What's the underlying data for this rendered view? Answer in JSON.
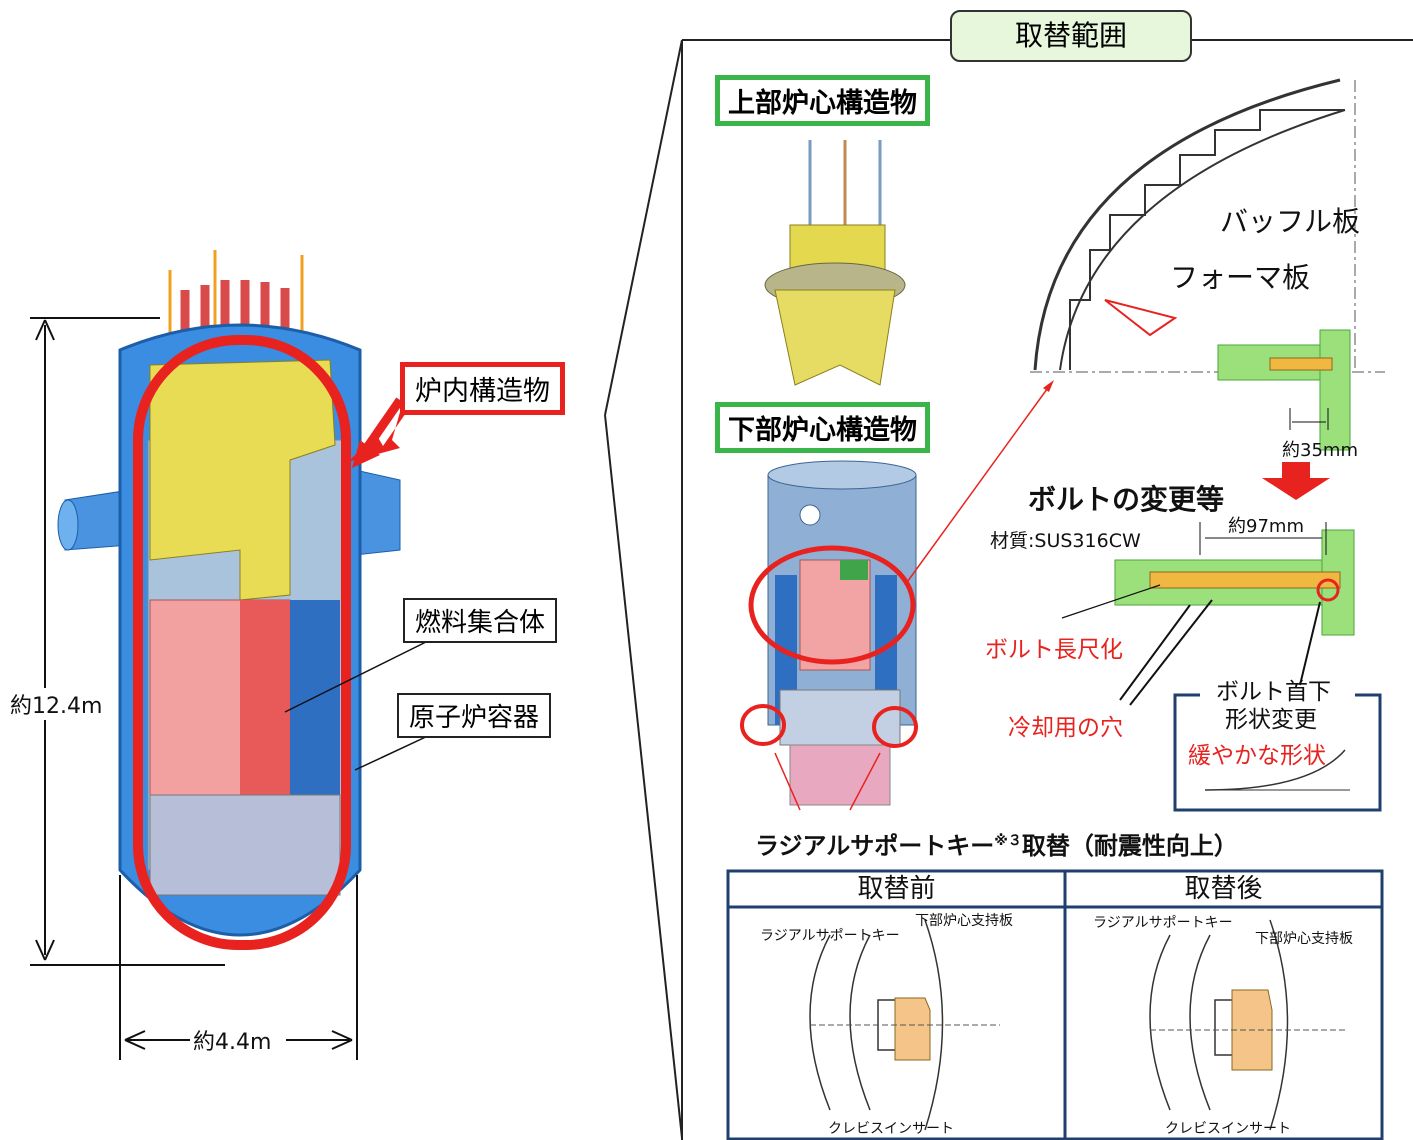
{
  "scope_title": "取替範囲",
  "left": {
    "height_label": "約12.4m",
    "width_label": "約4.4m",
    "internals_label": "炉内構造物",
    "fuel_label": "燃料集合体",
    "vessel_label": "原子炉容器"
  },
  "right": {
    "upper_label": "上部炉心構造物",
    "lower_label": "下部炉心構造物",
    "baffle_label": "バッフル板",
    "former_label": "フォーマ板",
    "dim35": "約35mm",
    "bolt_change": "ボルトの変更等",
    "material": "材質:SUS316CW",
    "dim97": "約97mm",
    "bolt_longer": "ボルト長尺化",
    "cooling_hole": "冷却用の穴",
    "bolt_neck_1": "ボルト首下",
    "bolt_neck_2": "形状変更",
    "gentle_shape": "緩やかな形状",
    "radial_title": "ラジアルサポートキー",
    "radial_sup": "※３",
    "radial_title_rest": "取替（耐震性向上）",
    "before_header": "取替前",
    "after_header": "取替後",
    "rsk_label": "ラジアルサポートキー",
    "lower_support_plate": "下部炉心支持板",
    "clevis_insert": "クレビスインサート"
  },
  "colors": {
    "accent_red": "#e8231f",
    "green_border": "#39b54a",
    "scope_fill": "#e6f7dc",
    "table_border": "#1f3f6e",
    "vessel_blue": "#2f7fd6",
    "fuel_pink": "#f3a0a0",
    "upper_yellow": "#e8dc55"
  }
}
